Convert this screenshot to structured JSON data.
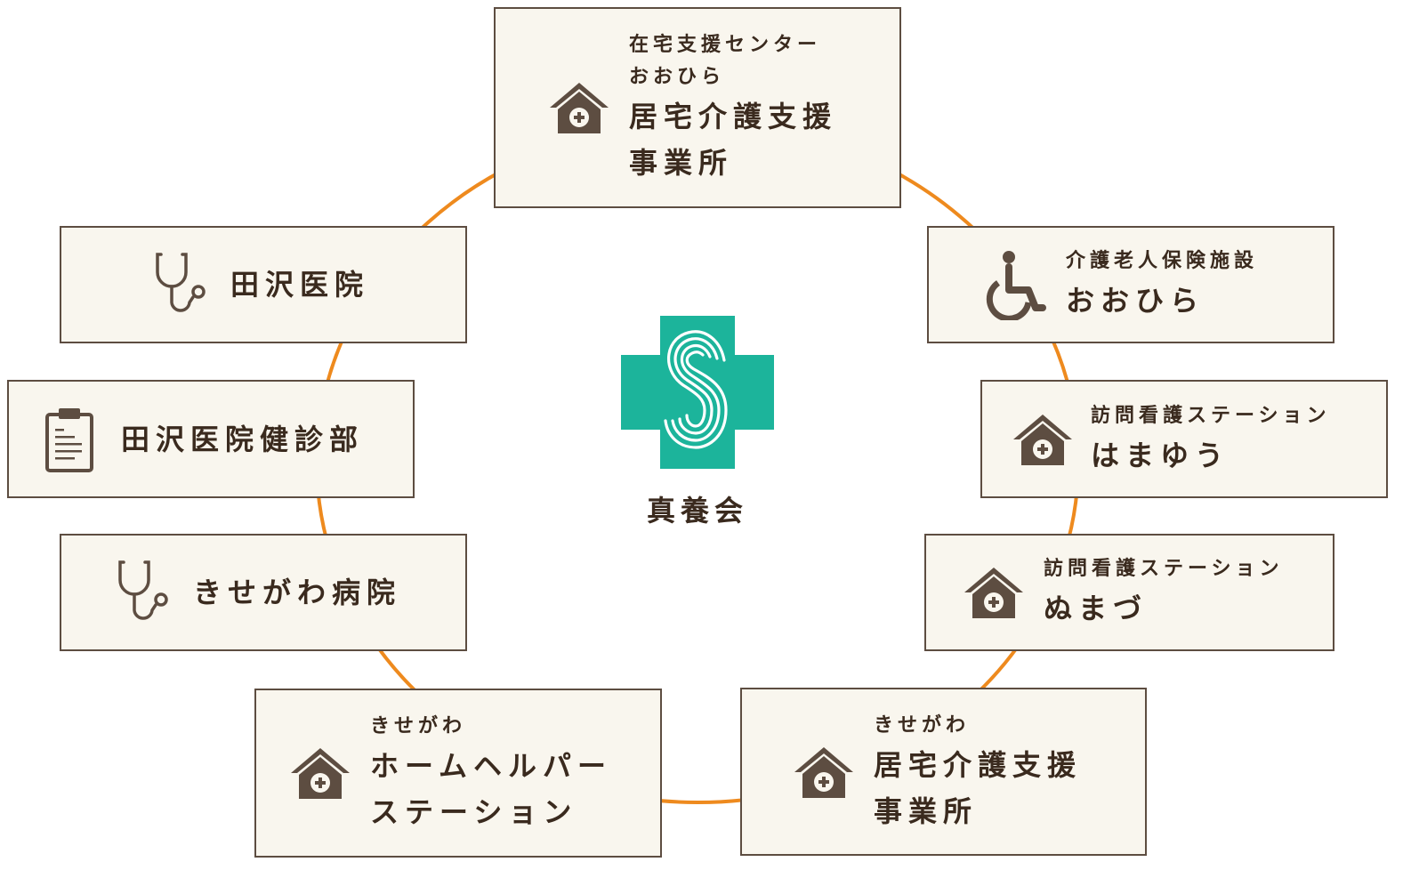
{
  "colors": {
    "ring": "#ee8a1e",
    "box_fill": "#f9f6ee",
    "box_border": "#5d4d41",
    "icon": "#5d4d41",
    "logo": "#1cb49b",
    "text": "#3a2a1e"
  },
  "center": {
    "logo_icon": "green-cross-s-logo-icon",
    "label": "真養会"
  },
  "nodes": {
    "kyotaku_oohira": {
      "icon": "house-plus-icon",
      "sub_lines": [
        "在宅支援センター",
        "おおひら"
      ],
      "main_lines": [
        "居宅介護支援",
        "事業所"
      ]
    },
    "rouken_oohira": {
      "icon": "wheelchair-icon",
      "sub_lines": [
        "介護老人保険施設"
      ],
      "main_lines": [
        "おおひら"
      ]
    },
    "houmon_hamayuu": {
      "icon": "house-plus-icon",
      "sub_lines": [
        "訪問看護ステーション"
      ],
      "main_lines": [
        "はまゆう"
      ]
    },
    "houmon_numazu": {
      "icon": "house-plus-icon",
      "sub_lines": [
        "訪問看護ステーション"
      ],
      "main_lines": [
        "ぬまづ"
      ]
    },
    "kyotaku_kisegawa": {
      "icon": "house-plus-icon",
      "sub_lines": [
        "きせがわ"
      ],
      "main_lines": [
        "居宅介護支援",
        "事業所"
      ]
    },
    "helper_kisegawa": {
      "icon": "house-plus-icon",
      "sub_lines": [
        "きせがわ"
      ],
      "main_lines": [
        "ホームヘルパー",
        "ステーション"
      ]
    },
    "kisegawa_hospital": {
      "icon": "stethoscope-icon",
      "main_lines": [
        "きせがわ病院"
      ]
    },
    "tazawa_kenshin": {
      "icon": "clipboard-icon",
      "main_lines": [
        "田沢医院健診部"
      ]
    },
    "tazawa_clinic": {
      "icon": "stethoscope-icon",
      "main_lines": [
        "田沢医院"
      ]
    }
  }
}
